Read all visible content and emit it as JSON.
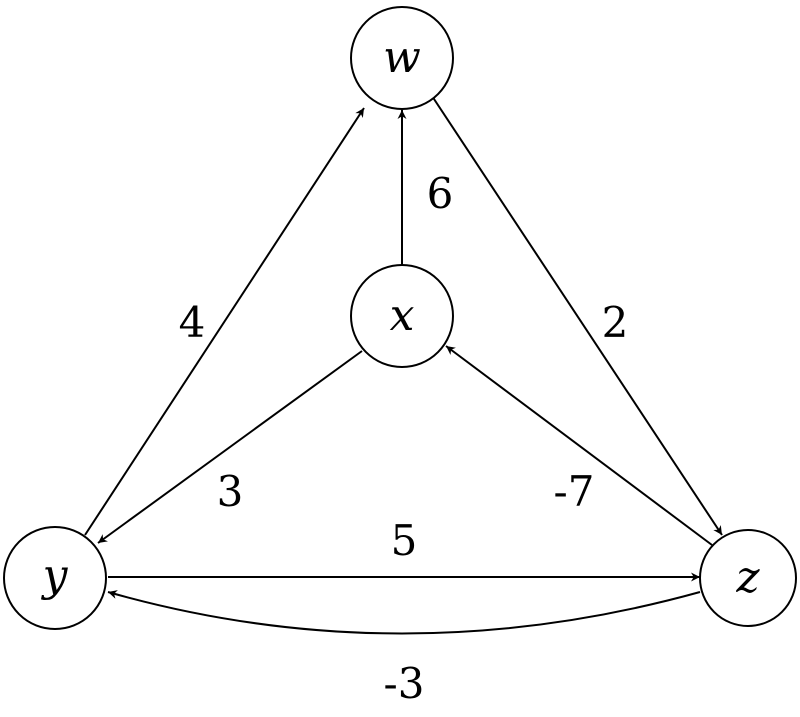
{
  "diagram": {
    "type": "directed-weighted-graph",
    "colors": {
      "stroke": "#000000",
      "background": "#ffffff"
    },
    "nodes": [
      {
        "id": "w",
        "label": "w"
      },
      {
        "id": "x",
        "label": "x"
      },
      {
        "id": "y",
        "label": "y"
      },
      {
        "id": "z",
        "label": "z"
      }
    ],
    "edges": [
      {
        "id": "y-w",
        "from": "y",
        "to": "w",
        "weight": "4"
      },
      {
        "id": "x-w",
        "from": "x",
        "to": "w",
        "weight": "6"
      },
      {
        "id": "w-z",
        "from": "w",
        "to": "z",
        "weight": "2"
      },
      {
        "id": "x-y",
        "from": "x",
        "to": "y",
        "weight": "3"
      },
      {
        "id": "z-x",
        "from": "z",
        "to": "x",
        "weight": "-7"
      },
      {
        "id": "y-z",
        "from": "y",
        "to": "z",
        "weight": "5"
      },
      {
        "id": "z-y",
        "from": "z",
        "to": "y",
        "weight": "-3"
      }
    ]
  }
}
